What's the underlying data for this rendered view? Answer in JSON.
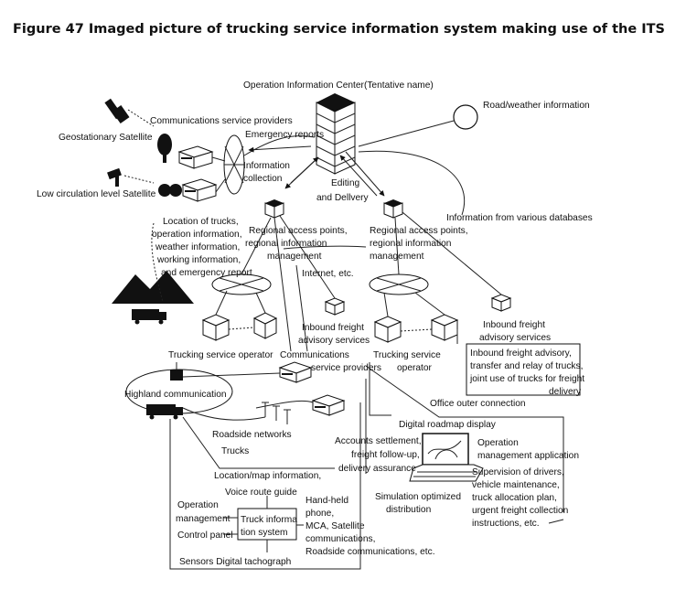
{
  "title": "Figure 47 Imaged picture of trucking service information system making use of the ITS",
  "labels": {
    "operation_center": "Operation Information Center(Tentative name)",
    "road_weather": "Road/weather information",
    "comm_providers_top": "Communications service providers",
    "emergency_reports": "Emergency reports",
    "geostationary": "Geostationary Satellite",
    "info_collection_1": "Information",
    "info_collection_2": "collection",
    "editing_1": "Editing",
    "editing_2": "and Dellvery",
    "low_circ": "Low circulation level Satellite",
    "info_db": "Information from various databases",
    "loc_trucks_1": "Location of trucks,",
    "loc_trucks_2": "operation information,",
    "loc_trucks_3": "weather information,",
    "loc_trucks_4": "working information,",
    "loc_trucks_5": "and emergency report",
    "regional_left_1": "Regional access points,",
    "regional_left_2": "regional information",
    "regional_left_3": "management",
    "regional_right_1": "Regional access points,",
    "regional_right_2": "regional information",
    "regional_right_3": "management",
    "internet": "Internet, etc.",
    "inbound_left_1": "Inbound freight",
    "inbound_left_2": "advisory services",
    "inbound_right_1": "Inbound freight",
    "inbound_right_2": "advisory services",
    "trucking_op_left": "Trucking service operator",
    "comm_providers_mid_1": "Communications",
    "comm_providers_mid_2": "service providers",
    "trucking_op_right_1": "Trucking service",
    "trucking_op_right_2": "operator",
    "inbound_box_1": "Inbound freight advisory,",
    "inbound_box_2": "transfer and relay of trucks,",
    "inbound_box_3": "joint use of trucks for freight",
    "inbound_box_4": "delivery",
    "highland": "Highland communication",
    "office_outer": "Office outer connection",
    "digital_roadmap": "Digital roadmap display",
    "roadside_networks": "Roadside networks",
    "accounts_1": "Accounts settlement,",
    "accounts_2": "freight follow-up,",
    "accounts_3": "delivery assurance",
    "operation_app_1": "Operation",
    "operation_app_2": "management application",
    "trucks": "Trucks",
    "supervision_1": "Supervision of drivers,",
    "supervision_2": "vehicle maintenance,",
    "supervision_3": "truck allocation plan,",
    "supervision_4": "urgent freight collection",
    "supervision_5": "instructions, etc.",
    "location_map": "Location/map information,",
    "voice_route": "Voice route guide",
    "simulation_1": "Simulation optimized",
    "simulation_2": "distribution",
    "operation_mgmt_1": "Operation",
    "operation_mgmt_2": "management",
    "truck_info_1": "Truck informa",
    "truck_info_2": "tion system",
    "handheld_1": "Hand-held",
    "handheld_2": "phone,",
    "handheld_3": "MCA, Satellite",
    "handheld_4": "communications,",
    "handheld_5": "Roadside communications, etc.",
    "control_panel": "Control panel",
    "sensors": "Sensors Digital tachograph"
  }
}
